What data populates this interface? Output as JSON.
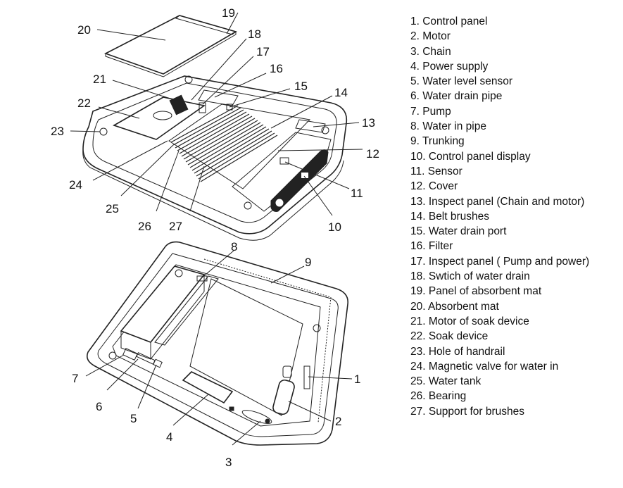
{
  "legend": [
    "1. Control panel",
    "2. Motor",
    "3. Chain",
    "4. Power supply",
    "5. Water level sensor",
    "6. Water drain pipe",
    "7. Pump",
    "8. Water in pipe",
    "9. Trunking",
    "10. Control panel display",
    "11. Sensor",
    "12. Cover",
    "13. Inspect panel (Chain and motor)",
    "14. Belt brushes",
    "15. Water drain port",
    "16. Filter",
    "17. Inspect panel ( Pump and power)",
    "18. Swtich of water drain",
    "19. Panel of absorbent mat",
    "20. Absorbent mat",
    "21. Motor of soak device",
    "22. Soak device",
    "23. Hole of handrail",
    "24. Magnetic valve for water in",
    "25. Water tank",
    "26. Bearing",
    "27. Support for brushes"
  ],
  "callouts": {
    "c1": "1",
    "c2": "2",
    "c3": "3",
    "c4": "4",
    "c5": "5",
    "c6": "6",
    "c7": "7",
    "c8": "8",
    "c9": "9",
    "c10": "10",
    "c11": "11",
    "c12": "12",
    "c13": "13",
    "c14": "14",
    "c15": "15",
    "c16": "16",
    "c17": "17",
    "c18": "18",
    "c19": "19",
    "c20": "20",
    "c21": "21",
    "c22": "22",
    "c23": "23",
    "c24": "24",
    "c25": "25",
    "c26": "26",
    "c27": "27"
  }
}
